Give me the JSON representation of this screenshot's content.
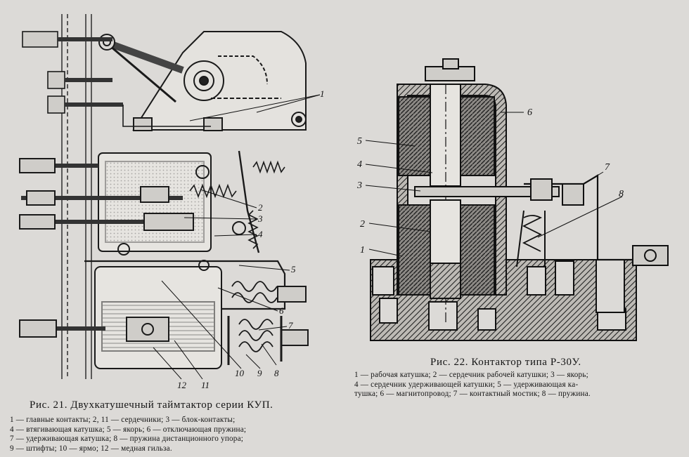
{
  "fig21": {
    "title": "Рис. 21. Двухкатушечный таймтактор серии КУП.",
    "legend": [
      "1 — главные контакты; 2, 11 — сердечники; 3 — блок-контакты;",
      "4 — втягивающая катушка; 5 — якорь; 6 — отключающая пружина;",
      "7 — удерживающая катушка; 8 — пружина дистанционного упора;",
      "9 — штифты; 10 — ярмо; 12 — медная гильза."
    ],
    "labels": {
      "n1": "1",
      "n2": "2",
      "n3": "3",
      "n4": "4",
      "n5": "5",
      "n6": "6",
      "n7": "7",
      "n8": "8",
      "n9": "9",
      "n10": "10",
      "n11": "11",
      "n12": "12"
    }
  },
  "fig22": {
    "title": "Рис. 22. Контактор типа Р-30У.",
    "legend": [
      "1 — рабочая катушка; 2 — сердечник рабочей катушки; 3 — якорь;",
      "4 — сердечник удерживающей катушки; 5 — удерживающая ка-",
      "тушка; 6 — магнитопровод; 7 — контактный мостик; 8 — пружина."
    ],
    "labels": {
      "n1": "1",
      "n2": "2",
      "n3": "3",
      "n4": "4",
      "n5": "5",
      "n6": "6",
      "n7": "7",
      "n8": "8"
    }
  }
}
